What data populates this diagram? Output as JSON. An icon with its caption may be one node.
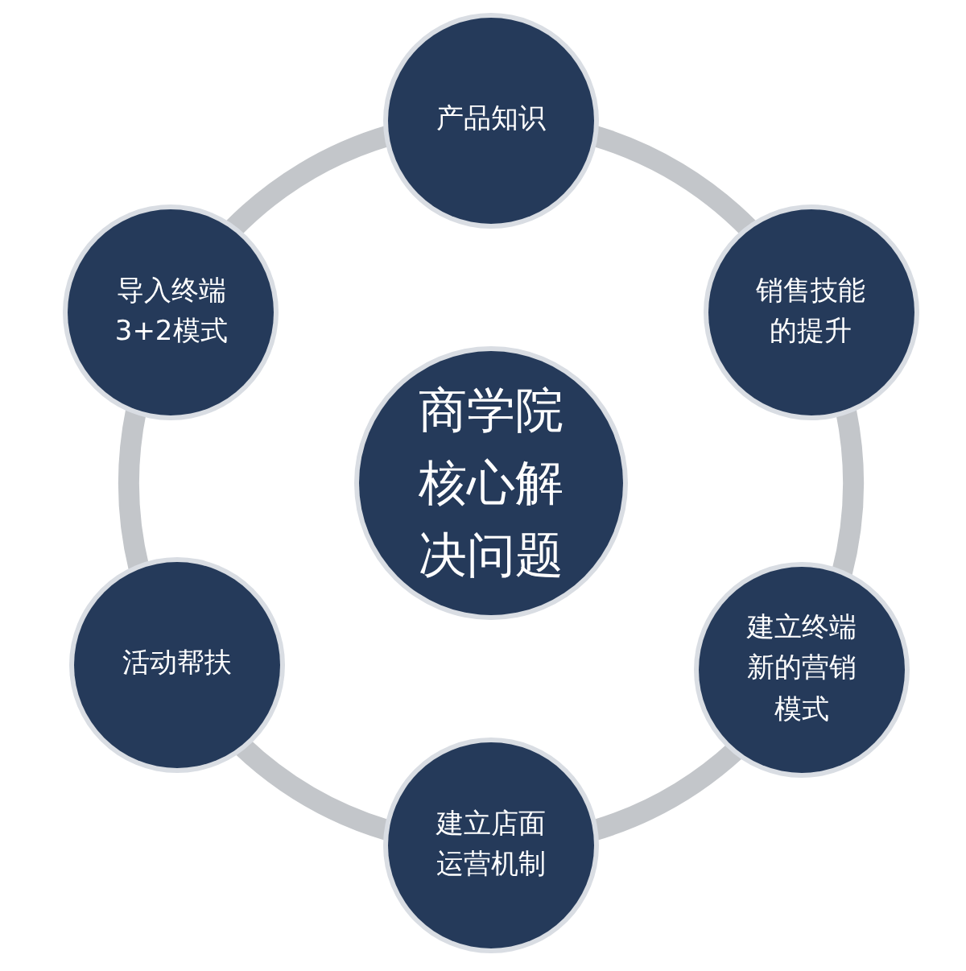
{
  "diagram": {
    "nodes": [
      {
        "text": [
          "商学院核心解决问题"
        ]
      },
      {
        "text": [
          "产品知识"
        ]
      },
      {
        "text": [
          "销售技能的提升"
        ]
      },
      {
        "text": [
          "建立终端新的营销模式"
        ]
      },
      {
        "text": [
          "建立店面运营机制"
        ]
      },
      {
        "text": [
          "活动帮扶"
        ]
      },
      {
        "text": [
          "导入终端3+2模式"
        ]
      }
    ],
    "edges": [
      {
        "from": 1,
        "to": 2,
        "arrow": "none"
      },
      {
        "from": 2,
        "to": 3,
        "arrow": "none"
      },
      {
        "from": 3,
        "to": 4,
        "arrow": "none"
      },
      {
        "from": 4,
        "to": 5,
        "arrow": "none"
      },
      {
        "from": 5,
        "to": 6,
        "arrow": "none"
      },
      {
        "from": 6,
        "to": 1,
        "arrow": "none"
      }
    ]
  }
}
